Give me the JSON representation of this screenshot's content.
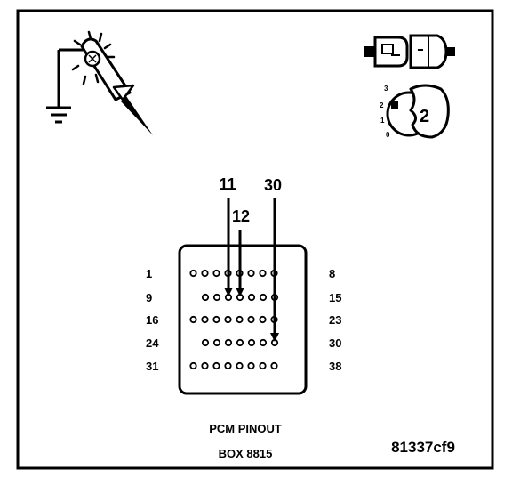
{
  "connector": {
    "rows": [
      {
        "left_label": "1",
        "right_label": "8",
        "pins": 8
      },
      {
        "left_label": "9",
        "right_label": "15",
        "pins": 7
      },
      {
        "left_label": "16",
        "right_label": "23",
        "pins": 8
      },
      {
        "left_label": "24",
        "right_label": "30",
        "pins": 7
      },
      {
        "left_label": "31",
        "right_label": "38",
        "pins": 8
      }
    ],
    "probe_pins": [
      {
        "label": "11",
        "pin": 11
      },
      {
        "label": "12",
        "pin": 12
      },
      {
        "label": "30",
        "pin": 30
      }
    ]
  },
  "ignition": {
    "positions": [
      "3",
      "2",
      "1",
      "0"
    ],
    "key_label": "2"
  },
  "caption": {
    "line1": "PCM PINOUT",
    "line2": "BOX 8815"
  },
  "figure_id": "81337cf9",
  "icons": [
    "test-light-icon",
    "ground-icon",
    "connector-disconnect-icon",
    "ignition-key-icon"
  ]
}
